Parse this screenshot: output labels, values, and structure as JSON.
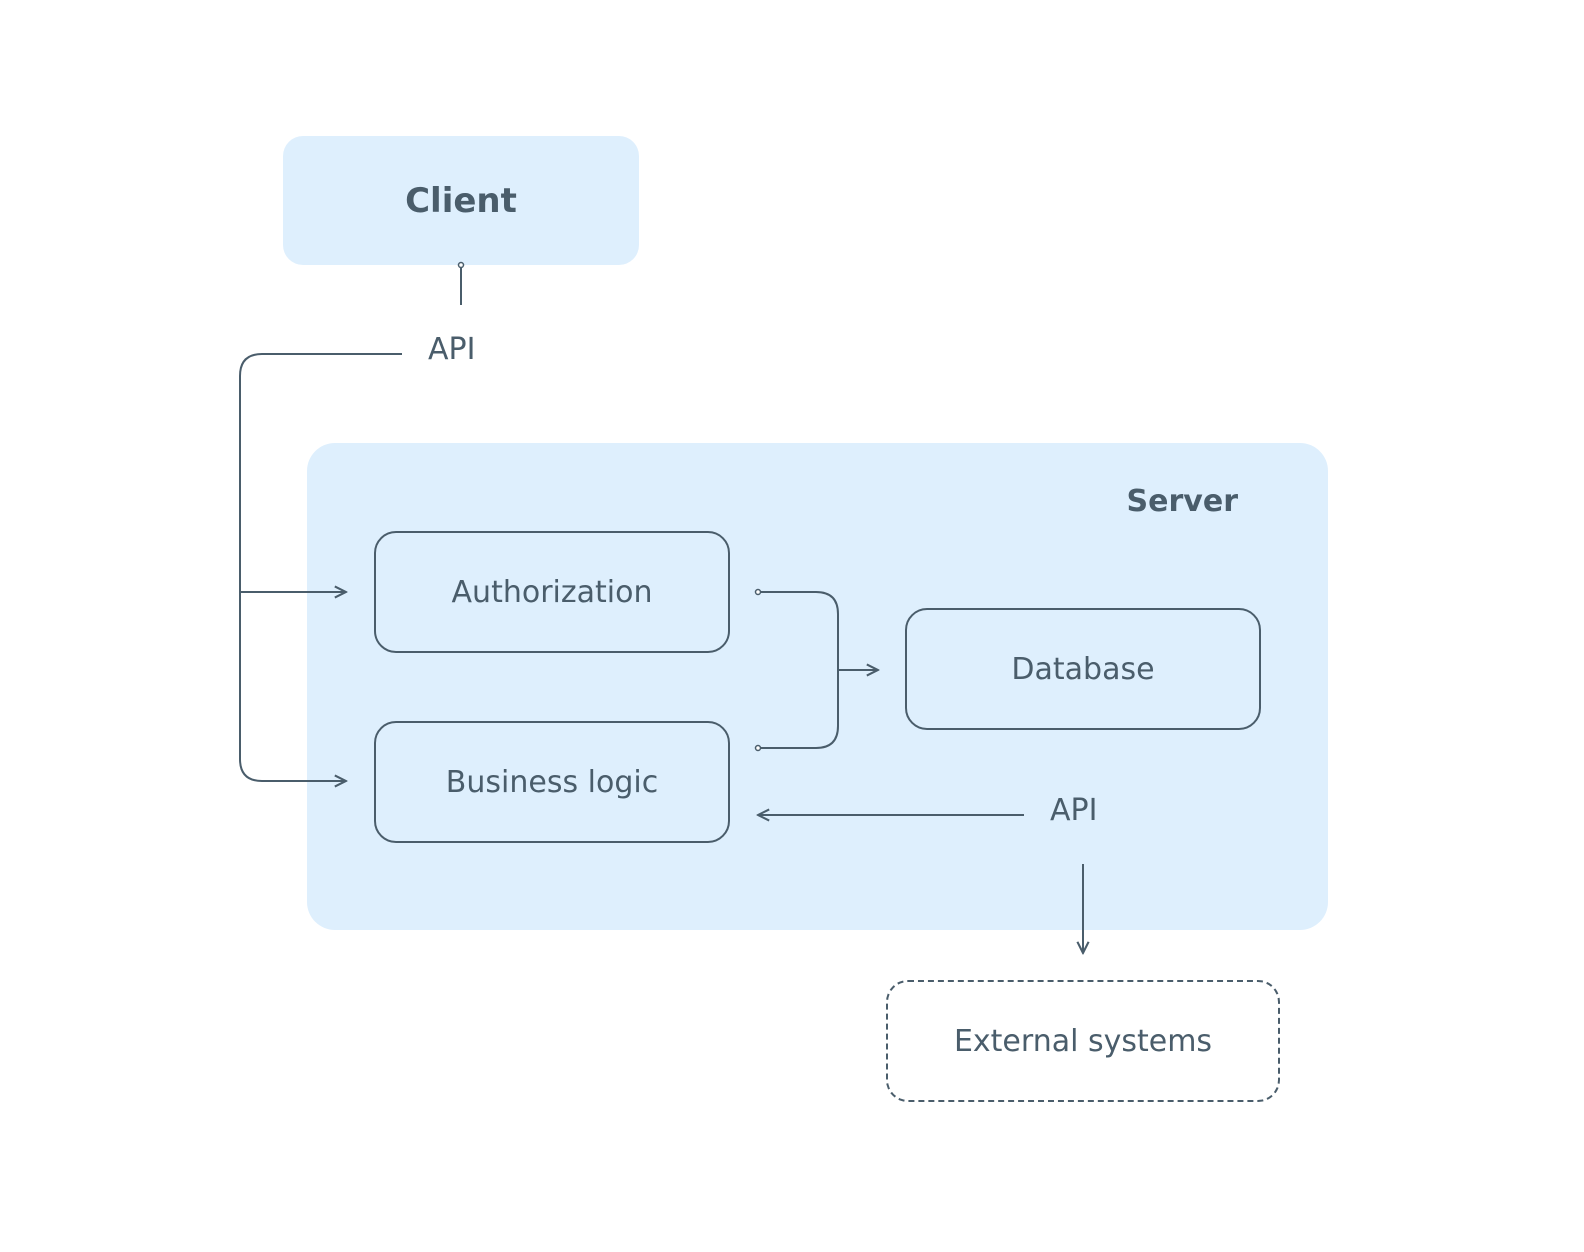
{
  "diagram": {
    "client": {
      "label": "Client"
    },
    "api_top": {
      "label": "API"
    },
    "server": {
      "label": "Server"
    },
    "authorization": {
      "label": "Authorization"
    },
    "business_logic": {
      "label": "Business logic"
    },
    "database": {
      "label": "Database"
    },
    "api_inner": {
      "label": "API"
    },
    "external_systems": {
      "label": "External systems"
    },
    "colors": {
      "panel_fill": "#deeffd",
      "line_and_text": "#4a5d6b",
      "background": "#ffffff"
    }
  }
}
